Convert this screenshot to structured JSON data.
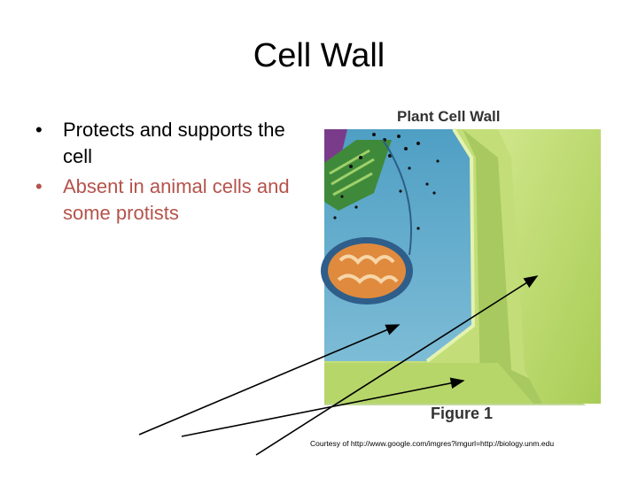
{
  "slide": {
    "title": "Cell Wall",
    "bullets": [
      {
        "text": "Protects and supports the cell"
      },
      {
        "text": "Absent in animal cells and some protists"
      }
    ]
  },
  "figure": {
    "title": "Plant Cell Wall",
    "caption": "Figure 1",
    "credit": "Courtesy of http://www.google.com/imgres?imgurl=http://biology.unm.edu"
  },
  "colors": {
    "bullet_1": "#000000",
    "bullet_2": "#b5534b",
    "cell_wall_green": "#b9d96a",
    "cytoplasm_blue": "#5aa8c8"
  }
}
